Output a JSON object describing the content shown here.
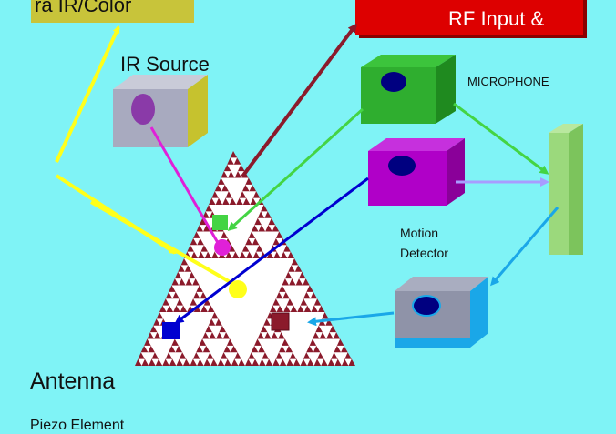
{
  "labels": {
    "camera": "ra IR/Color",
    "rf": "RF Input &",
    "ir_source": "IR Source",
    "microphone": "MICROPHONE",
    "motion_line1": "Motion",
    "motion_line2": "Detector",
    "antenna": "Antenna",
    "piezo": "Piezo Element"
  },
  "colors": {
    "background": "#7ff3f6",
    "fractal": "#8b1a2b",
    "camera_label": "#c8c43a",
    "rf_label": "#dd0000",
    "ir_box": "#a8aabf",
    "microphone_box": "#2fae2f",
    "motion_box": "#b000c8",
    "side_panel": "#9bd97c",
    "piezo_box": "#8f93a8",
    "arrow_yellow": "#ffff1a",
    "arrow_maroon": "#8b1a2b",
    "arrow_green": "#44d444",
    "arrow_magenta": "#e020d8",
    "arrow_blue": "#0000d0",
    "arrow_lavender": "#a89cff",
    "arrow_skyblue": "#1aa7e8"
  }
}
